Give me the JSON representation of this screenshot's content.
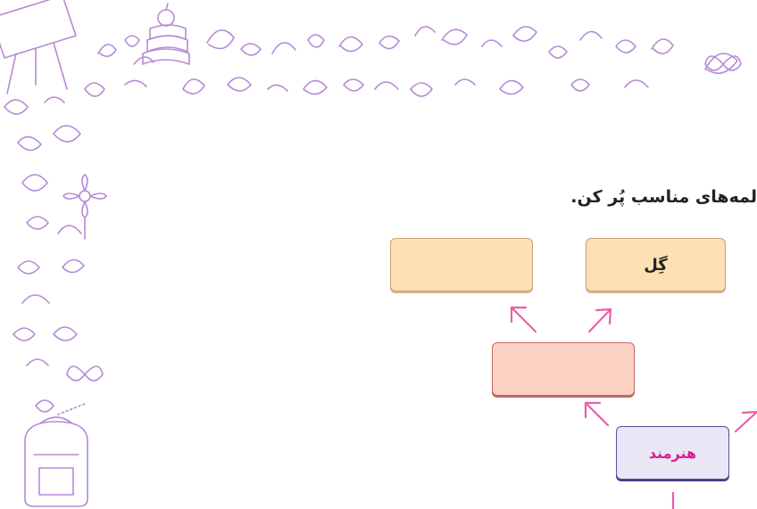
{
  "instruction": "لمه‌های مناسب پُر کن.",
  "boxes": {
    "top_right": "گِل",
    "top_left": "",
    "center": "",
    "bottom": "هنرمند"
  },
  "colors": {
    "decoration": "#b58ad6",
    "arrow": "#f05ca8",
    "box_orange": "#fde0b4",
    "box_pink": "#fbd2c3",
    "box_purple": "#e9e6f5",
    "highlight_text": "#e0198a"
  },
  "icons": [
    "easel-icon",
    "books-apple-icon",
    "backpack-icon",
    "butterfly-icon",
    "flower-icon"
  ]
}
